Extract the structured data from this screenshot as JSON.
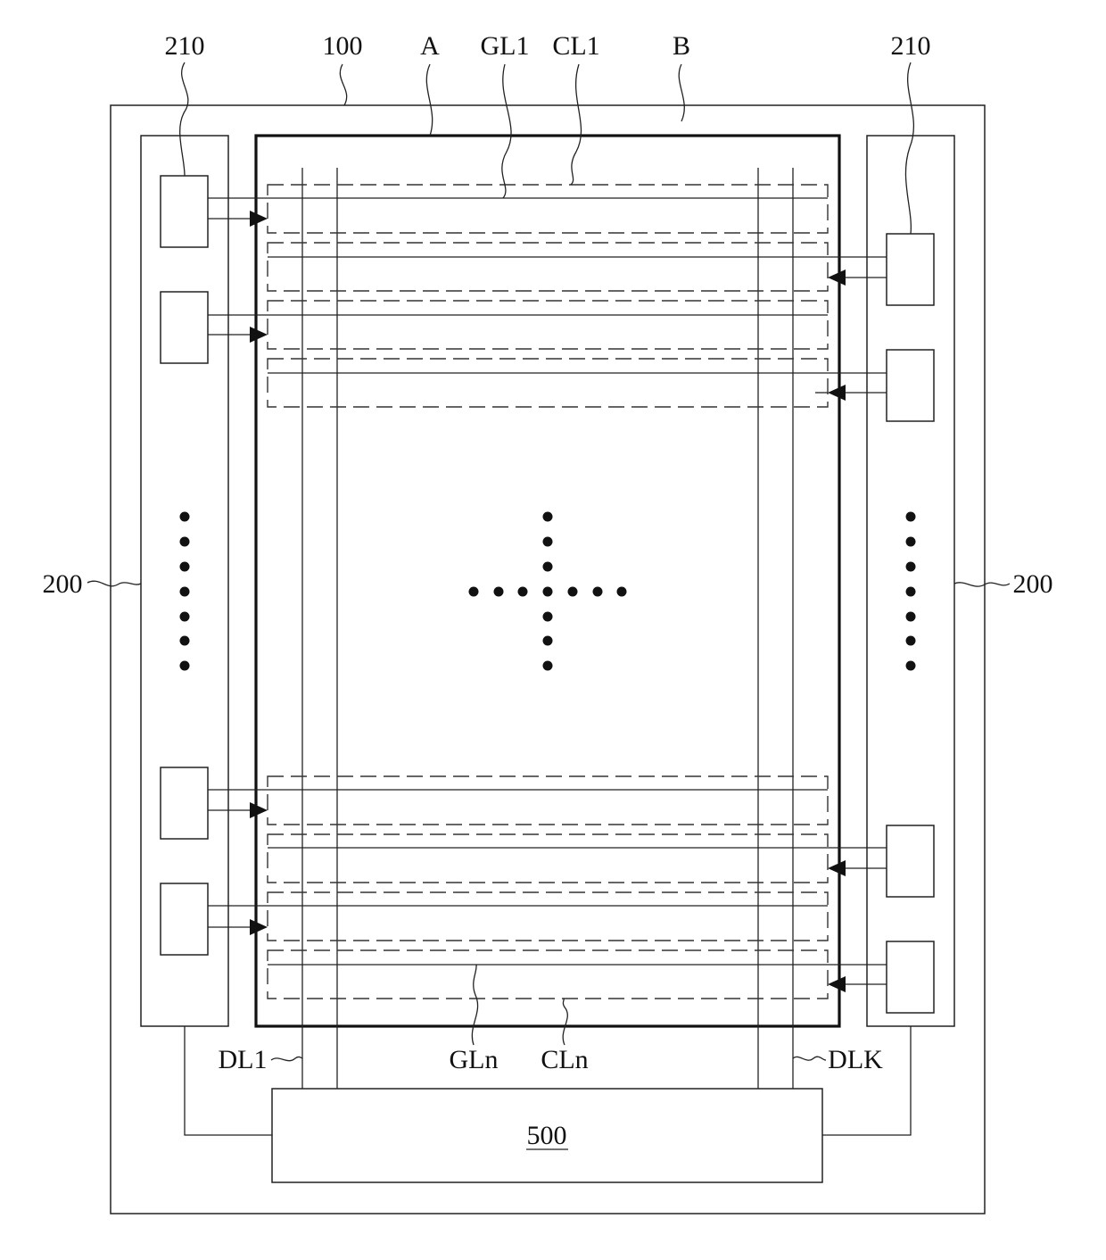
{
  "labels": {
    "driver_block_left_top": "210",
    "substrate": "100",
    "display_area": "A",
    "gate_line_first": "GL1",
    "control_line_first": "CL1",
    "non_display_area": "B",
    "driver_block_right_top": "210",
    "gate_driver_left": "200",
    "gate_driver_right": "200",
    "data_line_first": "DL1",
    "gate_line_last": "GLn",
    "control_line_last": "CLn",
    "data_line_last": "DLK",
    "controller": "500"
  }
}
